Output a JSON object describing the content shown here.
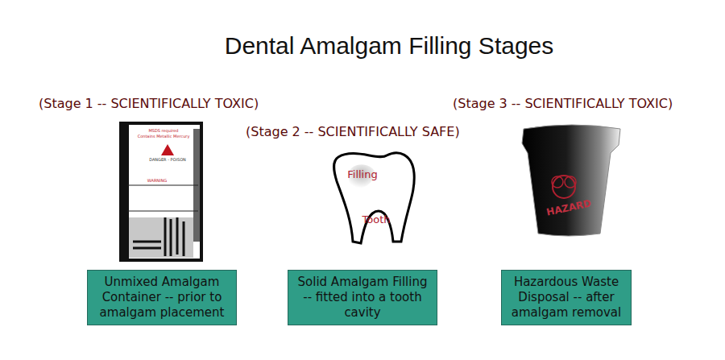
{
  "diagram": {
    "title": "Dental Amalgam Filling Stages",
    "nodes": [
      {
        "text": [
          "Unmixed Amalgam Container -- prior to amalgam placement"
        ]
      },
      {
        "text": [
          "Solid Amalgam Filling -- fitted into a tooth cavity"
        ]
      },
      {
        "text": [
          "Hazardous Waste Disposal -- after amalgam removal"
        ]
      }
    ],
    "labels": [
      "(Stage 1 -- SCIENTIFICALLY TOXIC)",
      "(Stage 3 -- SCIENTIFICALLY TOXIC)",
      "(Stage 2 -- SCIENTIFICALLY SAFE)",
      "MSDS required",
      "Contains Metallic Mercury",
      "DANGER - POISON",
      "WARNING",
      "Filling",
      "Tooth",
      "HAZARD"
    ]
  }
}
